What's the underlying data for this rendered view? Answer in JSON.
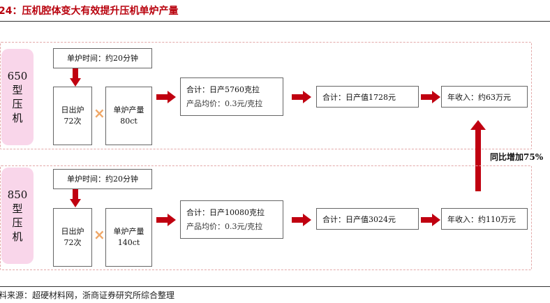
{
  "title": "24：压机腔体变大有效提升压机单炉产量",
  "rows": [
    {
      "model": "650\n型\n压\n机",
      "time": "单炉时间：约20分钟",
      "daily_out": "日出炉\n72次",
      "per_furnace": "单炉产量\n80ct",
      "total_line1": "合计：日产5760克拉",
      "total_line2": "产品均价：0.3元/克拉",
      "value": "合计：日产值1728元",
      "revenue": "年收入：约63万元"
    },
    {
      "model": "850\n型\n压\n机",
      "time": "单炉时间：约20分钟",
      "daily_out": "日出炉\n72次",
      "per_furnace": "单炉产量\n140ct",
      "total_line1": "合计：日产10080克拉",
      "total_line2": "产品均价：0.3元/克拉",
      "value": "合计：日产值3024元",
      "revenue": "年收入：约110万元"
    }
  ],
  "growth": "同比增加75%",
  "source": "料来源：超硬材料网，浙商证券研究所综合整理",
  "colors": {
    "title": "#b8000c",
    "arrow": "#c00010",
    "model_bg": "#f9d6ea",
    "times": "#f0a868",
    "border_dashed": "#e3a8a8"
  }
}
